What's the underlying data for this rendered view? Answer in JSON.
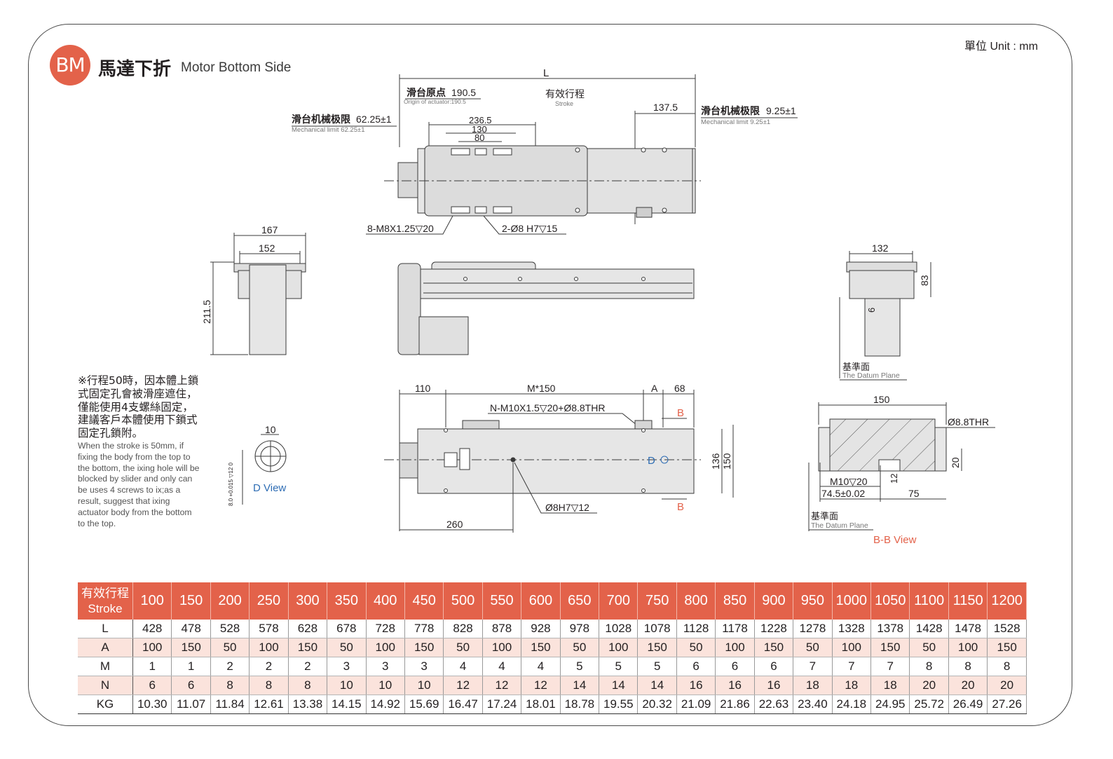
{
  "header": {
    "badge": "BM",
    "title_zh": "馬達下折",
    "title_en": "Motor Bottom Side",
    "unit": "單位 Unit : mm"
  },
  "colors": {
    "accent": "#e3624a",
    "row_alt": "#fbe3dc",
    "label_red": "#e3624a",
    "label_blue": "#2e6db4"
  },
  "top_view": {
    "L": "L",
    "origin_zh": "滑台原点",
    "origin_val": "190.5",
    "origin_en": "Origin of actuator:190.5",
    "stroke_zh": "有效行程",
    "stroke_en": "Stroke",
    "dim_137_5": "137.5",
    "mech_left_zh": "滑台机械极限",
    "mech_left_val": "62.25±1",
    "mech_left_en": "Mechanical limit 62.25±1",
    "mech_right_zh": "滑台机械极限",
    "mech_right_val": "9.25±1",
    "mech_right_en": "Mechanical limit 9.25±1",
    "dim_236_5": "236.5",
    "dim_130": "130",
    "dim_80": "80",
    "hole_label_1": "8-M8X1.25▽20",
    "hole_label_2": "2-Ø8 H7▽15"
  },
  "end_view_left": {
    "dim_167": "167",
    "dim_152": "152",
    "dim_211_5": "211.5"
  },
  "end_view_right": {
    "dim_132": "132",
    "dim_83": "83",
    "dim_6": "6",
    "datum_zh": "基準面",
    "datum_en": "The Datum Plane"
  },
  "bottom_view": {
    "dim_110": "110",
    "dim_m150": "M*150",
    "dim_A": "A",
    "dim_68": "68",
    "thread_label": "N-M10X1.5▽20+Ø8.8THR",
    "section_B_top": "B",
    "section_B_bottom": "B",
    "D_marker": "D",
    "dim_136": "136",
    "dim_150": "150",
    "pin_label": "Ø8H7▽12",
    "dim_260": "260"
  },
  "d_view": {
    "dim_10": "10",
    "tolerance": "8.0 +0.015 ▽12 0",
    "label": "D View"
  },
  "bb_view": {
    "dim_150": "150",
    "thr": "Ø8.8THR",
    "dim_20": "20",
    "dim_12": "12",
    "m10": "M10▽20",
    "dim_74_5": "74.5±0.02",
    "dim_75": "75",
    "datum_zh": "基準面",
    "datum_en": "The Datum Plane",
    "label": "B-B View"
  },
  "note": {
    "zh": "※行程50時，因本體上鎖式固定孔會被滑座遮住，僅能使用4支螺絲固定，建議客戶本體使用下鎖式固定孔鎖附。",
    "en": "When the stroke is 50mm, if fixing the body from the top to the bottom, the ixing hole will be blocked by slider and only can be uses 4 screws to ix;as a result, suggest that ixing actuator body from the bottom to the top."
  },
  "table": {
    "header_zh": "有效行程",
    "header_en": "Stroke",
    "strokes": [
      "100",
      "150",
      "200",
      "250",
      "300",
      "350",
      "400",
      "450",
      "500",
      "550",
      "600",
      "650",
      "700",
      "750",
      "800",
      "850",
      "900",
      "950",
      "1000",
      "1050",
      "1100",
      "1150",
      "1200"
    ],
    "rows": [
      {
        "label": "L",
        "values": [
          "428",
          "478",
          "528",
          "578",
          "628",
          "678",
          "728",
          "778",
          "828",
          "878",
          "928",
          "978",
          "1028",
          "1078",
          "1128",
          "1178",
          "1228",
          "1278",
          "1328",
          "1378",
          "1428",
          "1478",
          "1528"
        ]
      },
      {
        "label": "A",
        "values": [
          "100",
          "150",
          "50",
          "100",
          "150",
          "50",
          "100",
          "150",
          "50",
          "100",
          "150",
          "50",
          "100",
          "150",
          "50",
          "100",
          "150",
          "50",
          "100",
          "150",
          "50",
          "100",
          "150"
        ]
      },
      {
        "label": "M",
        "values": [
          "1",
          "1",
          "2",
          "2",
          "2",
          "3",
          "3",
          "3",
          "4",
          "4",
          "4",
          "5",
          "5",
          "5",
          "6",
          "6",
          "6",
          "7",
          "7",
          "7",
          "8",
          "8",
          "8"
        ]
      },
      {
        "label": "N",
        "values": [
          "6",
          "6",
          "8",
          "8",
          "8",
          "10",
          "10",
          "10",
          "12",
          "12",
          "12",
          "14",
          "14",
          "14",
          "16",
          "16",
          "16",
          "18",
          "18",
          "18",
          "20",
          "20",
          "20"
        ]
      },
      {
        "label": "KG",
        "values": [
          "10.30",
          "11.07",
          "11.84",
          "12.61",
          "13.38",
          "14.15",
          "14.92",
          "15.69",
          "16.47",
          "17.24",
          "18.01",
          "18.78",
          "19.55",
          "20.32",
          "21.09",
          "21.86",
          "22.63",
          "23.40",
          "24.18",
          "24.95",
          "25.72",
          "26.49",
          "27.26"
        ]
      }
    ]
  }
}
